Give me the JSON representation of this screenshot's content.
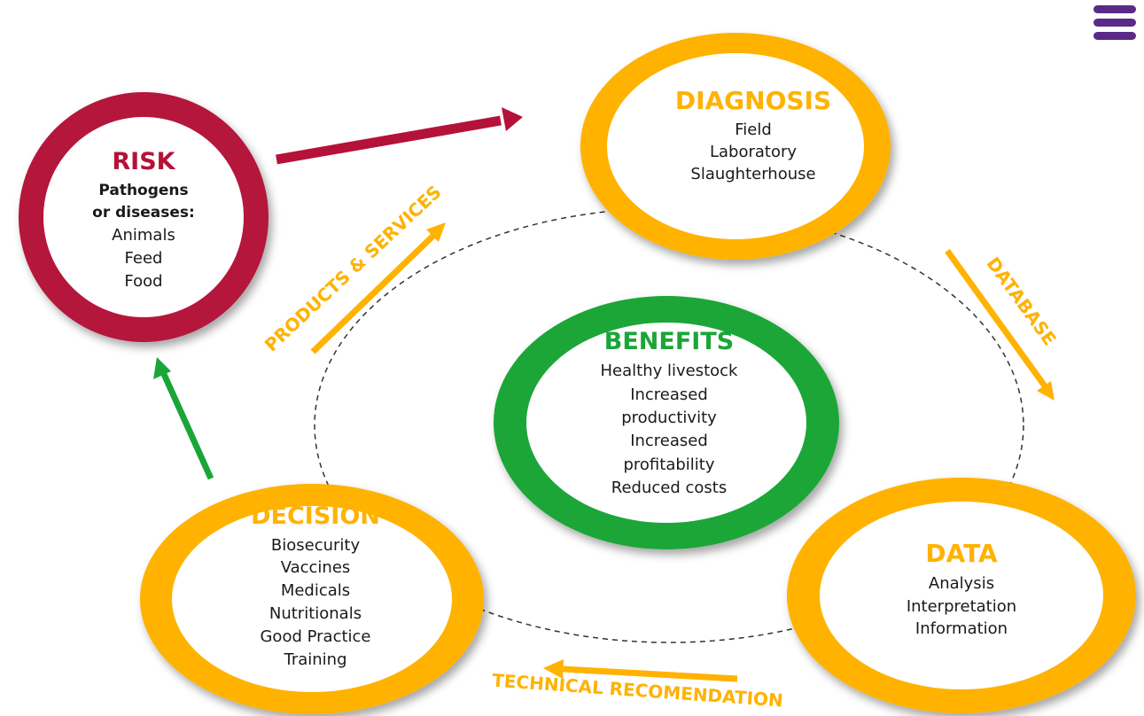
{
  "colors": {
    "risk": "#B5123A",
    "orange": "#FFB200",
    "green": "#1AA637",
    "text": "#1a1a1a",
    "menu": "#5B2A86"
  },
  "icons": {
    "menu": "hamburger-menu-icon"
  },
  "risk": {
    "title": "RISK",
    "subtitle_line1": "Pathogens",
    "subtitle_line2": "or diseases:",
    "items": [
      "Animals",
      "Feed",
      "Food"
    ]
  },
  "diagnosis": {
    "title": "DIAGNOSIS",
    "items": [
      "Field",
      "Laboratory",
      "Slaughterhouse"
    ]
  },
  "benefits": {
    "title": "BENEFITS",
    "items": [
      "Healthy livestock",
      "Increased",
      "productivity",
      "Increased",
      "profitability",
      "Reduced costs"
    ]
  },
  "data": {
    "title": "DATA",
    "items": [
      "Analysis",
      "Interpretation",
      "Information"
    ]
  },
  "decision": {
    "title": "DECISION",
    "items": [
      "Biosecurity",
      "Vaccines",
      "Medicals",
      "Nutritionals",
      "Good Practice",
      "Training"
    ]
  },
  "labels": {
    "products_services": "PRODUCTS & SERVICES",
    "database": "DATABASE",
    "technical": "TECHNICAL RECOMENDATION"
  }
}
